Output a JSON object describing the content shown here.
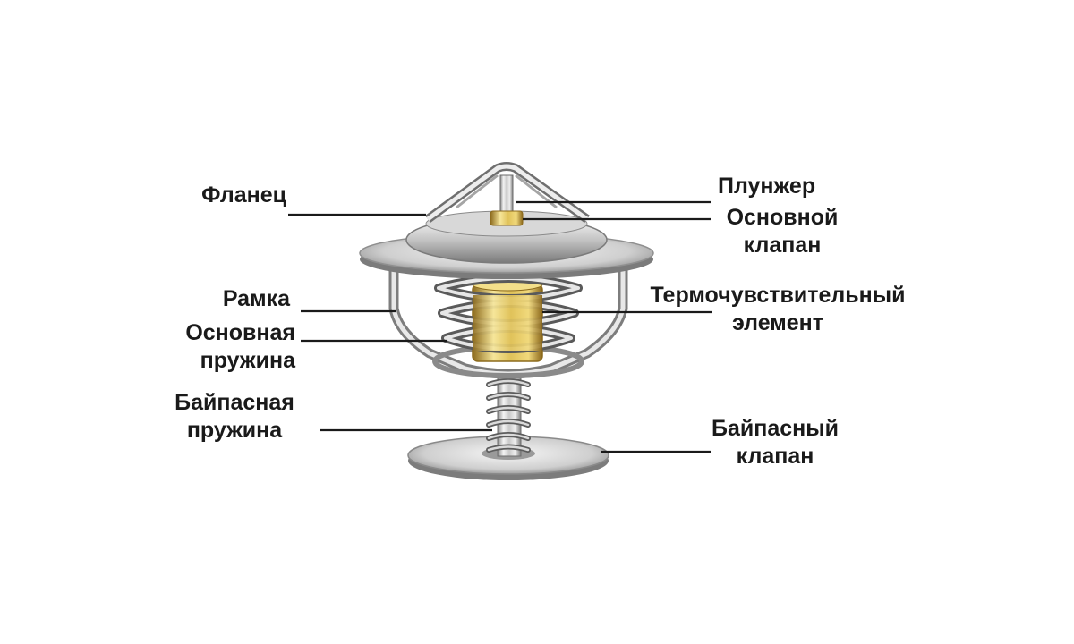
{
  "labels": {
    "flanets": [
      "Фланец"
    ],
    "ramka": [
      "Рамка"
    ],
    "osnovnaya_pruzhina": [
      "Основная",
      "пружина"
    ],
    "baipasnaya_pruzhina": [
      "Байпасная",
      "пружина"
    ],
    "plunzher": [
      "Плунжер"
    ],
    "osnovnoy_klapan": [
      "Основной",
      "клапан"
    ],
    "termo_element": [
      "Термочувствительный",
      "элемент"
    ],
    "baipasny_klapan": [
      "Байпасный",
      "клапан"
    ]
  },
  "colors": {
    "background": "#ffffff",
    "text": "#1a1a1a",
    "leader": "#1a1a1a",
    "steel_light": "#f2f2f2",
    "steel_mid": "#b8b8b8",
    "steel_dark": "#6e6e6e",
    "brass_light": "#f3df8a",
    "brass_dark": "#9a7420"
  }
}
